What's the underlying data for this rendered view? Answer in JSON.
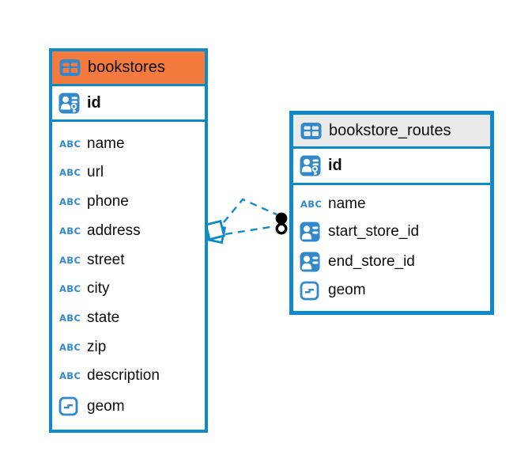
{
  "colors": {
    "accent_blue": "#0E8AC9",
    "icon_blue": "#3189CB",
    "header_orange": "#F47A3D",
    "header_gray": "#EAEAEA",
    "text_color": "#0D0D0D",
    "canvas_bg": "#FFFFFF"
  },
  "icons": {
    "text_type_label": "ABC"
  },
  "diagram": {
    "tables": [
      {
        "name": "bookstores",
        "header_style": "orange",
        "primary_key": {
          "name": "id",
          "type": "primary-key"
        },
        "columns": [
          {
            "name": "name",
            "type": "text"
          },
          {
            "name": "url",
            "type": "text"
          },
          {
            "name": "phone",
            "type": "text"
          },
          {
            "name": "address",
            "type": "text"
          },
          {
            "name": "street",
            "type": "text"
          },
          {
            "name": "city",
            "type": "text"
          },
          {
            "name": "state",
            "type": "text"
          },
          {
            "name": "zip",
            "type": "text"
          },
          {
            "name": "description",
            "type": "text"
          },
          {
            "name": "geom",
            "type": "geometry"
          }
        ]
      },
      {
        "name": "bookstore_routes",
        "header_style": "gray",
        "primary_key": {
          "name": "id",
          "type": "primary-key"
        },
        "columns": [
          {
            "name": "name",
            "type": "text"
          },
          {
            "name": "start_store_id",
            "type": "foreign-key"
          },
          {
            "name": "end_store_id",
            "type": "foreign-key"
          },
          {
            "name": "geom",
            "type": "geometry"
          }
        ]
      }
    ],
    "relationships": [
      {
        "from_table": "bookstores",
        "to_table": "bookstore_routes",
        "style": "dashed",
        "lines": 2
      }
    ]
  }
}
